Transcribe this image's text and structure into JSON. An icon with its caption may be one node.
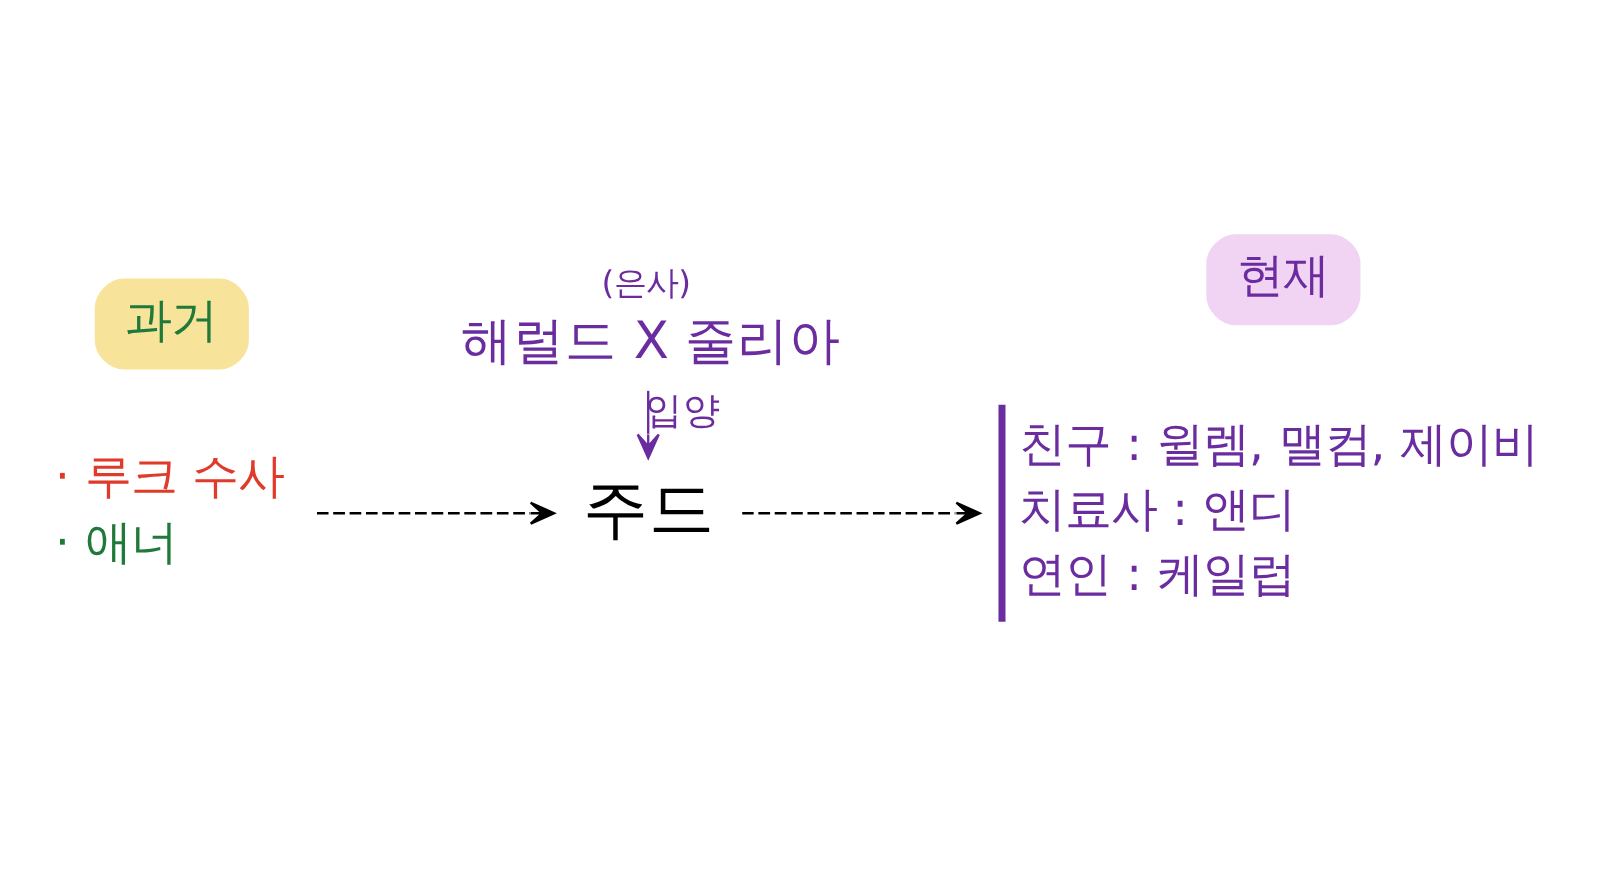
{
  "diagram": {
    "nodes": [
      {
        "text": [
          "(은사)",
          "해럴드 X 줄리아"
        ]
      },
      {
        "text": [
          "과거"
        ]
      },
      {
        "text": [
          "· 루크 수사",
          "· 애너"
        ]
      },
      {
        "text": [
          "주드"
        ]
      },
      {
        "text": [
          "현재"
        ]
      },
      {
        "text": [
          "친구 : 윌렘, 맬컴, 제이비",
          "치료사 : 앤디",
          "연인 : 케일럽"
        ]
      }
    ],
    "edges": [
      {
        "from": 0,
        "to": 3,
        "arrow": "to",
        "label": "입양",
        "color": "#6a2c9e"
      },
      {
        "from": 2,
        "to": 3,
        "arrow": "to",
        "style": "dashed"
      },
      {
        "from": 3,
        "to": 5,
        "arrow": "to",
        "style": "dashed"
      }
    ]
  }
}
